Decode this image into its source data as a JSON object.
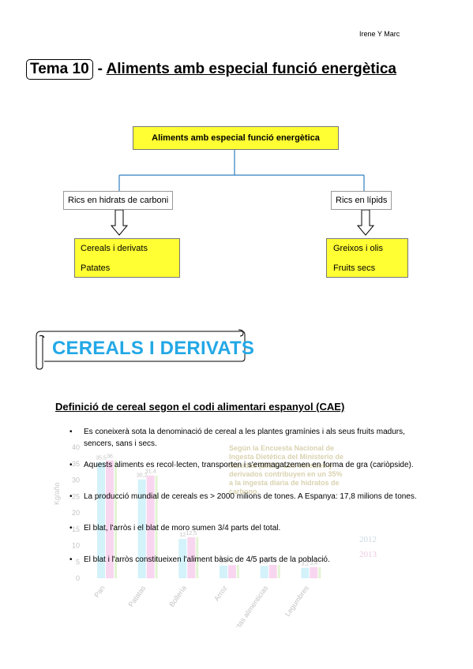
{
  "header": {
    "author": "Irene Y Marc"
  },
  "title": {
    "tema": "Tema 10",
    "dash": "-",
    "text": "Aliments amb especial funció energètica"
  },
  "diagram": {
    "root": "Aliments amb especial funció energètica",
    "left": {
      "label": "Rics en hidrats de carboni",
      "items": [
        "Cereals i derivats",
        "Patates"
      ]
    },
    "right": {
      "label": "Rics en lípids",
      "items": [
        "Greixos i olis",
        "Fruits secs"
      ]
    }
  },
  "section": {
    "banner": "CEREALS I DERIVATS"
  },
  "definition": {
    "title": "Definició de cereal segon el codi alimentari espanyol (CAE)",
    "bullets": [
      "Es coneixerà sota la denominació de cereal a les plantes gramínies i als seus fruits madurs, sencers, sans i secs.",
      "Aquests aliments es recol·lecten, transporten i s'emmagatzemen en forma de gra (cariòpside).",
      "La producció mundial de cereals es > 2000 milions de tones. A Espanya: 17,8 milions de tones.",
      "El blat, l'arròs i el blat de moro sumen 3/4 parts del total.",
      "El blat i l'arròs constitueixen l'aliment bàsic de 4/5 parts de la població."
    ]
  },
  "watermark_chart": {
    "note": "Según la Encuesta Nacional de Ingesta Dietética del Ministerio de Sanidad (2013): Los cereales y derivados contribuyen en un 35% a la ingesta diaria de hidratos de carbono.",
    "ylabel": "Kg/año",
    "yticks": [
      "0",
      "5",
      "10",
      "15",
      "20",
      "25",
      "30",
      "35",
      "40"
    ],
    "categories": [
      "Pan",
      "Patatas",
      "Bollería",
      "Arroz",
      "Pastas alimenticias",
      "Legumbres"
    ],
    "series": [
      {
        "name": "2012",
        "values": [
          35.5,
          30.2,
          12.0,
          3.9,
          3.8,
          3.2
        ],
        "color": "#9fe3f5"
      },
      {
        "name": "2013",
        "values": [
          36.0,
          31.4,
          12.5,
          4.0,
          4.1,
          3.4
        ],
        "color": "#f3a6dd"
      }
    ],
    "ymax": 40,
    "colors": {
      "green": "#bfe8a0"
    }
  }
}
